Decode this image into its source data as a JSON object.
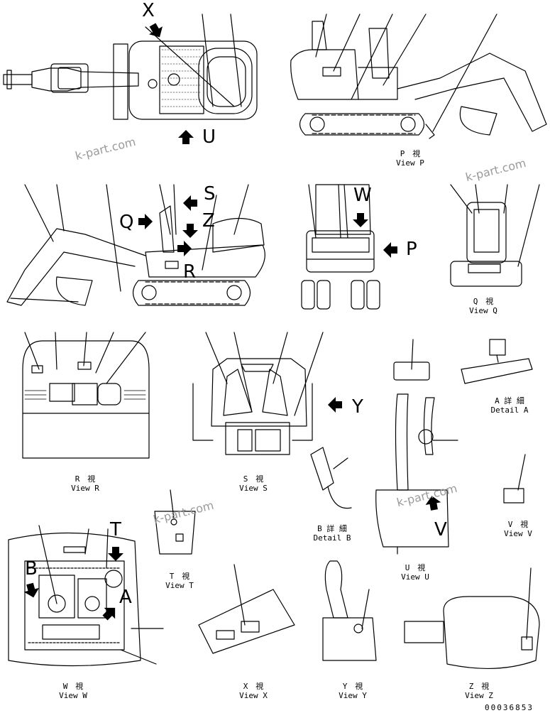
{
  "watermark": "k-part.com",
  "drawing_code": "00036853",
  "views": {
    "p": {
      "jp": "P　視",
      "en": "View P"
    },
    "q": {
      "jp": "Q　視",
      "en": "View Q"
    },
    "r": {
      "jp": "R　視",
      "en": "View R"
    },
    "s": {
      "jp": "S　視",
      "en": "View S"
    },
    "t": {
      "jp": "T　視",
      "en": "View T"
    },
    "u": {
      "jp": "U　視",
      "en": "View U"
    },
    "v": {
      "jp": "V　視",
      "en": "View V"
    },
    "w": {
      "jp": "W　視",
      "en": "View W"
    },
    "x": {
      "jp": "X　視",
      "en": "View X"
    },
    "y": {
      "jp": "Y　視",
      "en": "View Y"
    },
    "z": {
      "jp": "Z　視",
      "en": "View Z"
    }
  },
  "details": {
    "a": {
      "jp": "A 詳 細",
      "en": "Detail A"
    },
    "b": {
      "jp": "B 詳 細",
      "en": "Detail B"
    }
  },
  "arrow_letters": {
    "x": "X",
    "u": "U",
    "s": "S",
    "z": "Z",
    "q": "Q",
    "r": "R",
    "w": "W",
    "p": "P",
    "y": "Y",
    "t": "T",
    "v": "V",
    "b": "B",
    "a": "A"
  }
}
